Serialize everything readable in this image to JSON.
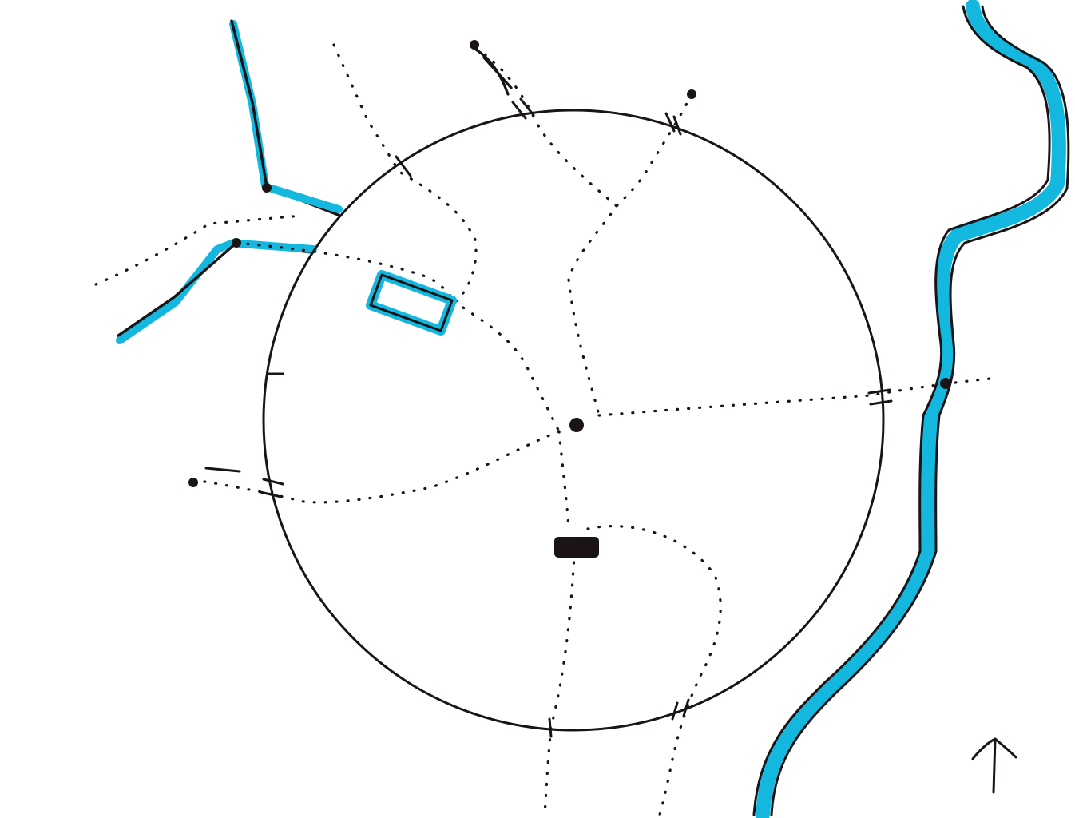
{
  "map": {
    "north_label": "N",
    "colors": {
      "ink": "#1a1416",
      "water": "#14b8de",
      "paper": "#ffffff"
    },
    "features": {
      "boundary": "circle",
      "river": "blue-river-east",
      "streams": "blue-streams-northwest",
      "pond": "blue-rectangle",
      "paths": "dotted-lines",
      "center_marker": "dot",
      "building": "black-rectangle"
    }
  }
}
